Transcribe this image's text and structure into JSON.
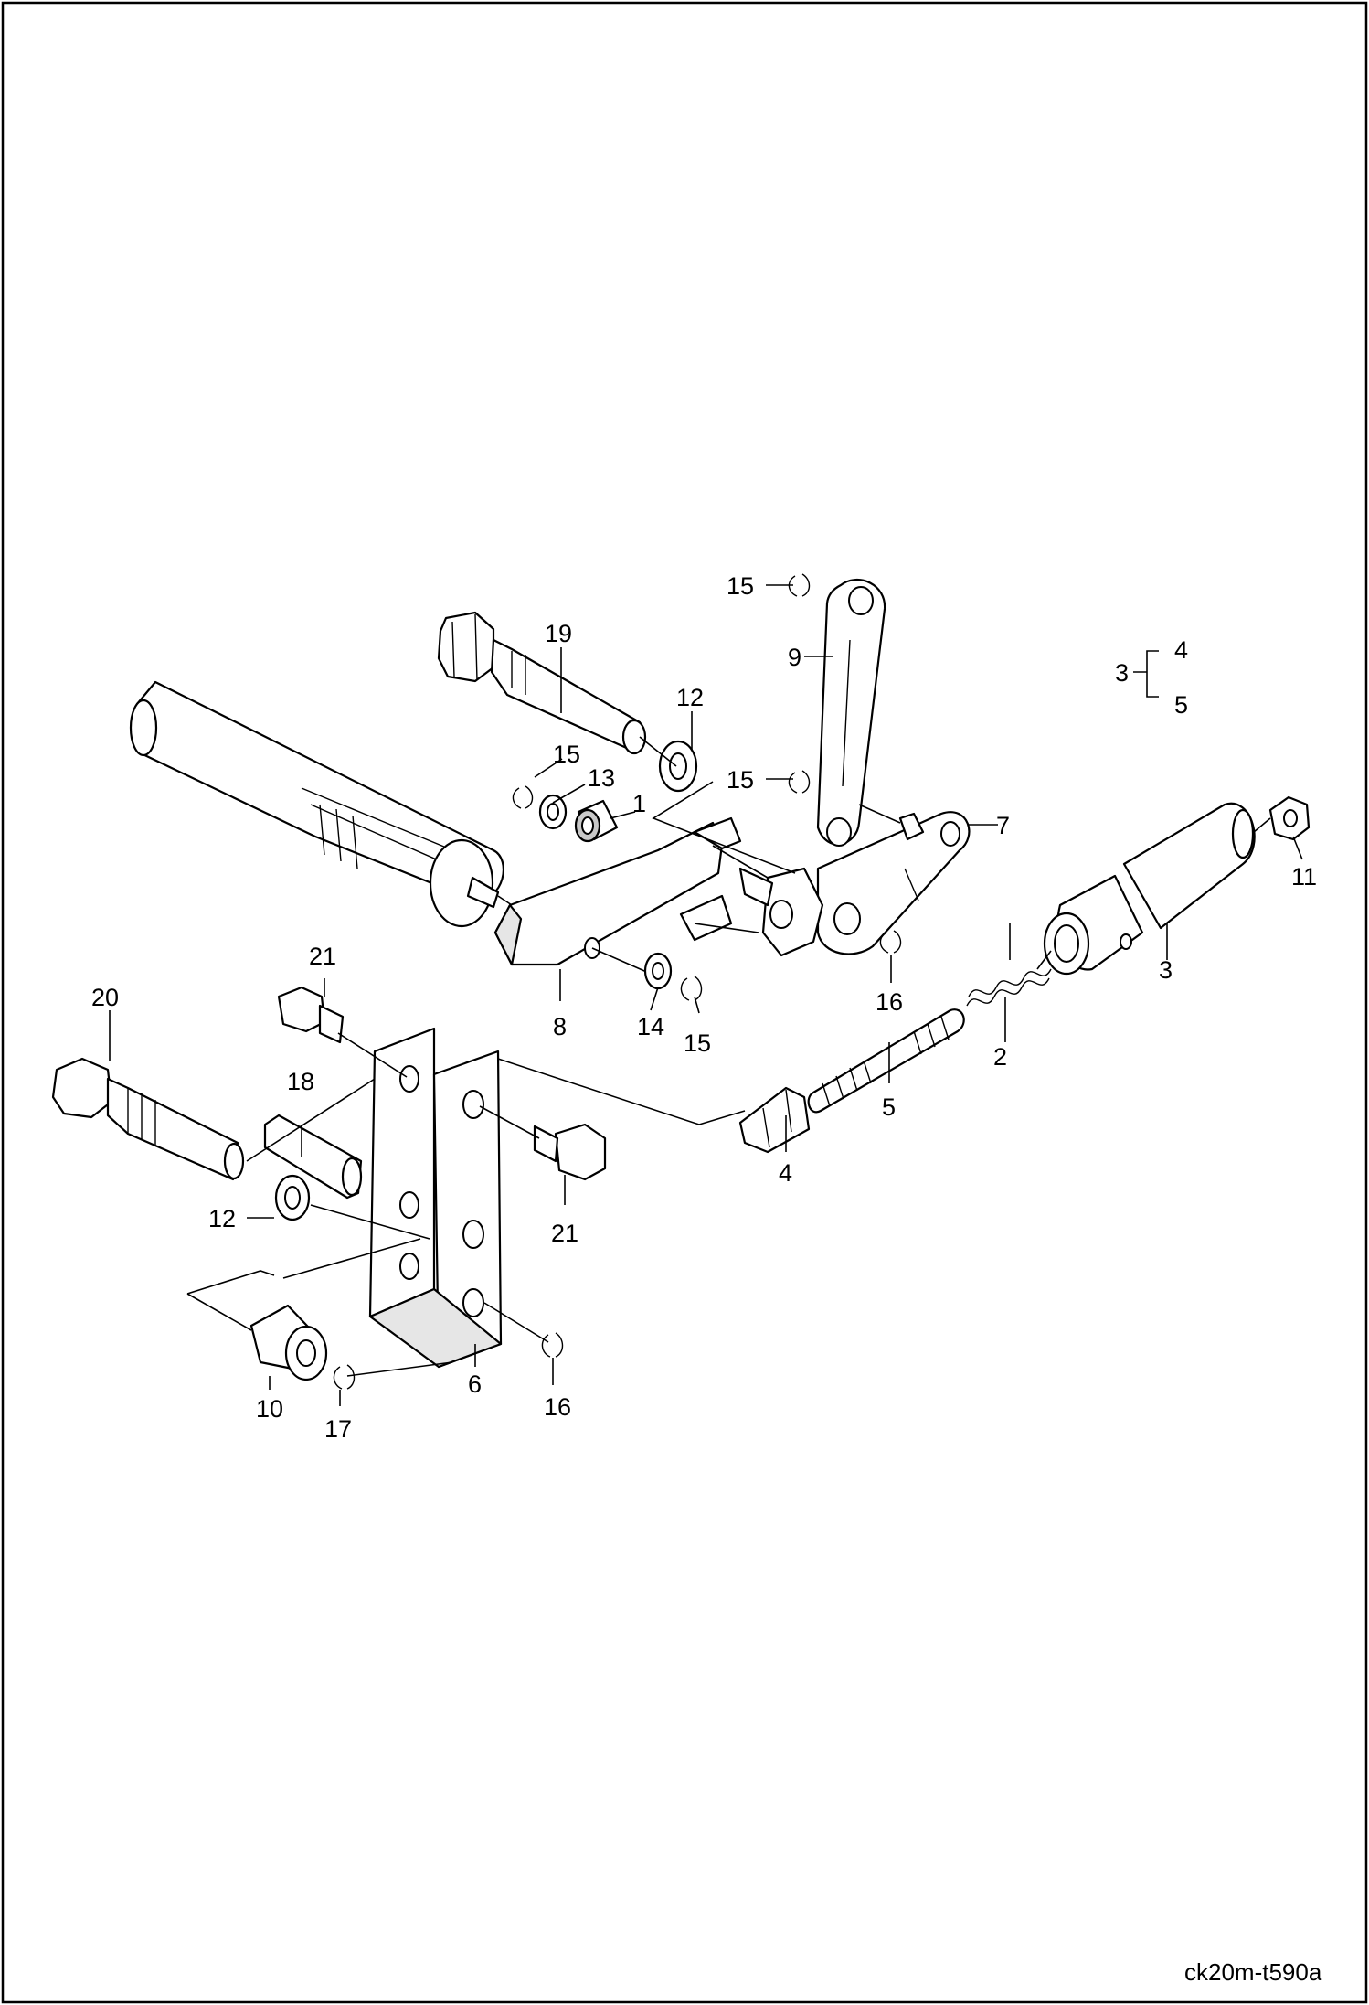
{
  "drawing_code": "ck20m-t590a",
  "callouts": {
    "c1": "1",
    "c2": "2",
    "c3a": "3",
    "c3b": "3",
    "c4a": "4",
    "c4b": "4",
    "c5a": "5",
    "c5b": "5",
    "c6": "6",
    "c7": "7",
    "c8": "8",
    "c9": "9",
    "c10": "10",
    "c11": "11",
    "c12a": "12",
    "c12b": "12",
    "c13": "13",
    "c14": "14",
    "c15a": "15",
    "c15b": "15",
    "c15c": "15",
    "c15d": "15",
    "c16a": "16",
    "c16b": "16",
    "c17": "17",
    "c18": "18",
    "c19": "19",
    "c20": "20",
    "c21a": "21",
    "c21b": "21"
  }
}
